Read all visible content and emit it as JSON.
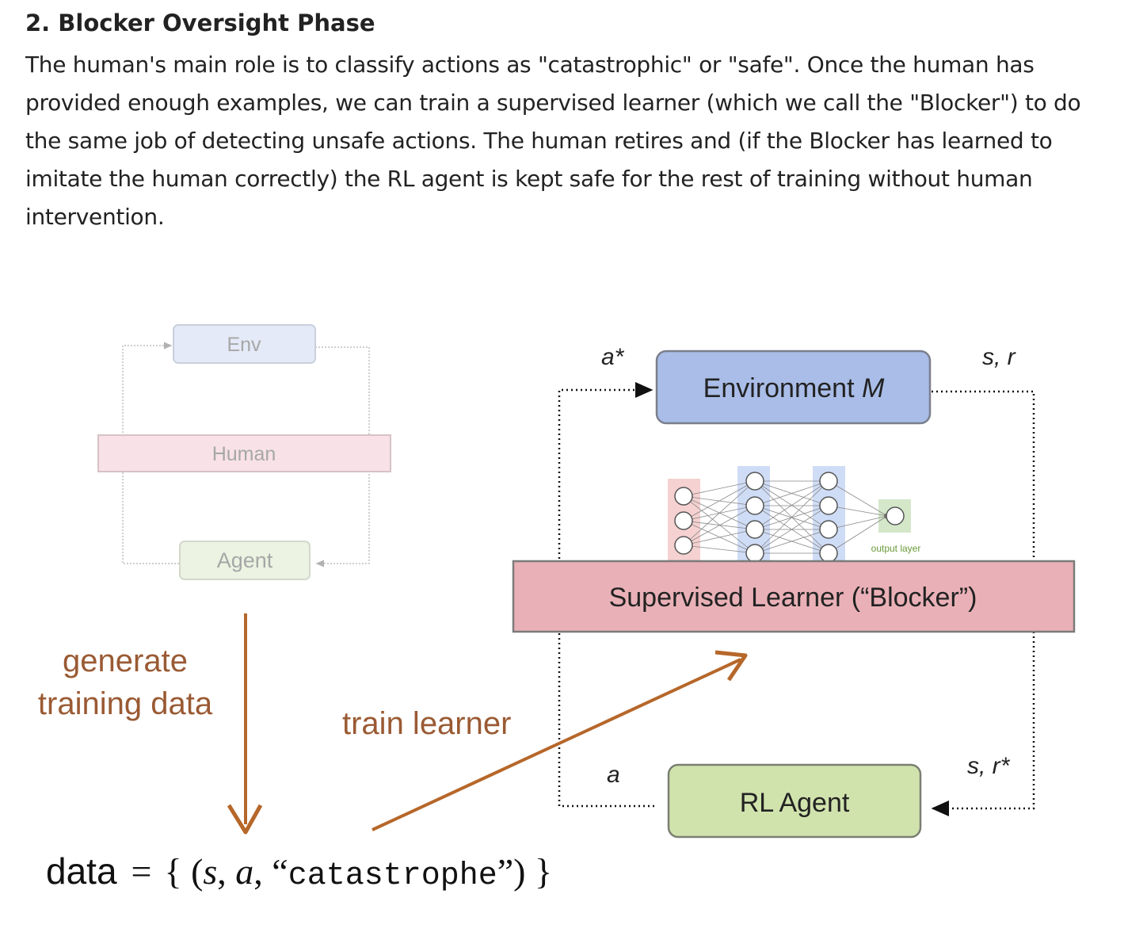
{
  "section": {
    "heading": "2. Blocker Oversight Phase",
    "paragraph": "The human's main role is to classify actions as \"catastrophic\" or \"safe\". Once the human has provided enough examples, we can train a supervised learner (which we call the \"Blocker\") to do the same job of detecting unsafe actions. The human retires and (if the Blocker has learned to imitate the human correctly) the RL agent is kept safe for the rest of training without human intervention."
  },
  "diagram": {
    "left": {
      "env_label": "Env",
      "human_label": "Human",
      "agent_label": "Agent"
    },
    "right": {
      "environment_label": "Environment ",
      "environment_var": "M",
      "blocker_label": "Supervised Learner (“Blocker”)",
      "rl_agent_label": "RL Agent",
      "output_layer_label": "output layer",
      "a_star": "a*",
      "s_r": "s, r",
      "a": "a",
      "s_r_star": "s, r*"
    },
    "arrows": {
      "generate_line1": "generate",
      "generate_line2": "training data",
      "train_learner": "train learner"
    },
    "formula": {
      "data": "data",
      "equals": "=",
      "open": "{ (",
      "s": "s",
      "comma1": ", ",
      "a": "a",
      "comma2": ", “",
      "catastrophe": "catastrophe",
      "close": "”) }"
    },
    "colors": {
      "env_fill": "#dce3f5",
      "human_fill": "#f6d9df",
      "agent_fill": "#e6efd9",
      "environment_fill": "#a9bde8",
      "blocker_fill": "#e9b1b7",
      "rl_agent_fill": "#d1e3ad",
      "arrow_brown": "#b6672a",
      "label_brown": "#9a5a33"
    }
  }
}
